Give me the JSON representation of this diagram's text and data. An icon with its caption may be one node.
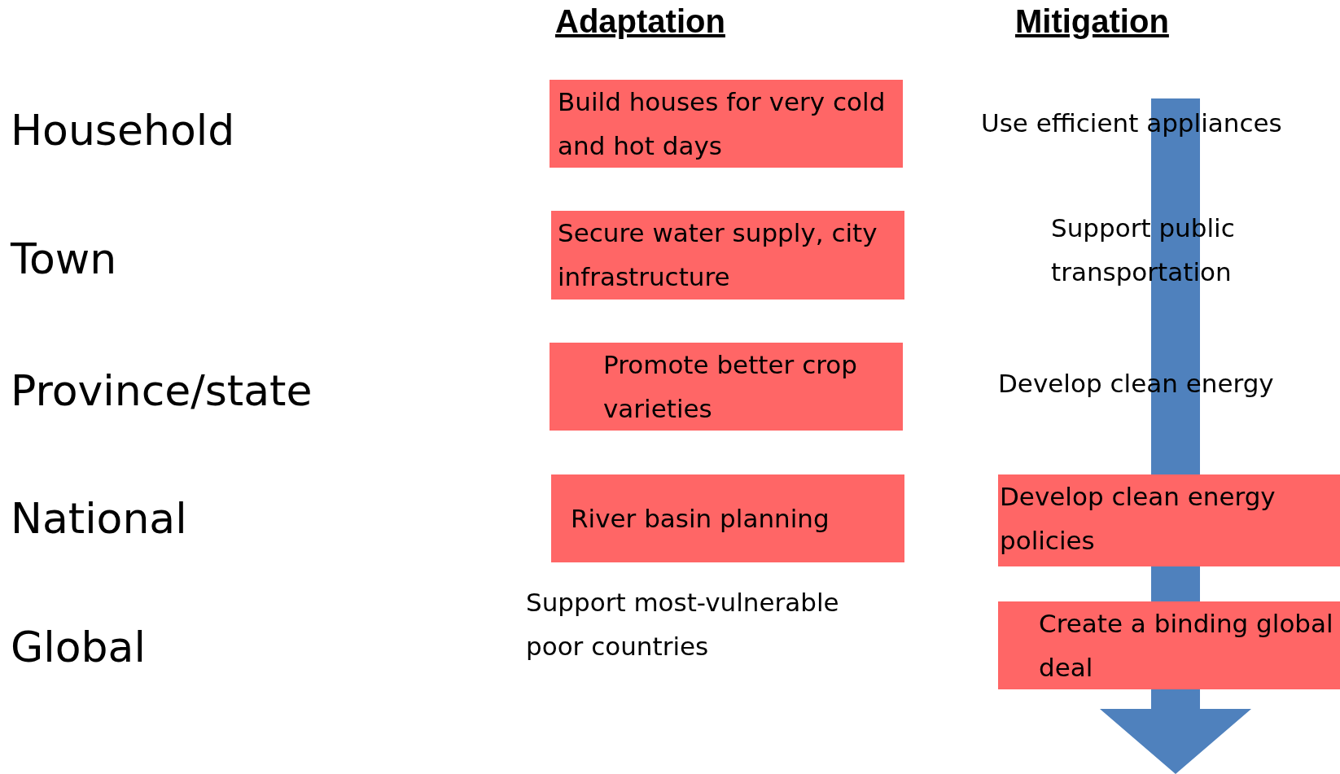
{
  "diagram": {
    "nodes": [
      {
        "text": [
          "Build houses for very cold and hot days"
        ]
      },
      {
        "text": [
          "Secure water supply, city infrastructure"
        ]
      },
      {
        "text": [
          "Promote better crop varieties"
        ]
      },
      {
        "text": [
          "River basin planning"
        ]
      },
      {
        "text": [
          "Develop clean energy policies"
        ]
      },
      {
        "text": [
          "Create a binding global deal"
        ]
      }
    ],
    "labels": [
      "Adaptation",
      "Mitigation",
      "Household",
      "Use efficient appliances",
      "Town",
      "Support public transportation",
      "Province/state",
      "Develop clean energy",
      "National",
      "Global",
      "Support most-vulnerable poor countries"
    ]
  }
}
